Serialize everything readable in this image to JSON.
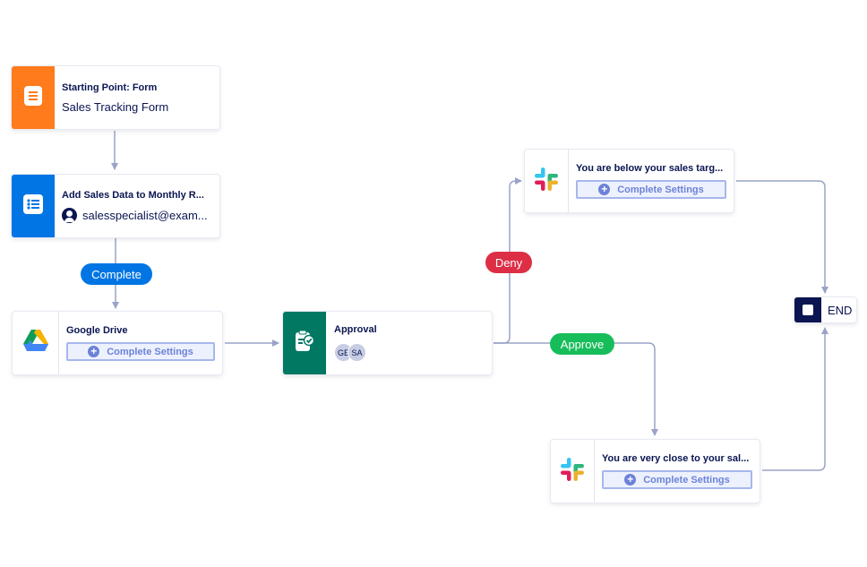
{
  "nodes": {
    "start": {
      "title": "Starting Point: Form",
      "subtitle": "Sales Tracking Form",
      "icon": "form-icon",
      "color": "#ff7b1c"
    },
    "sheet": {
      "title": "Add Sales Data to Monthly R...",
      "assignee": "salesspecialist@exam...",
      "icon": "checklist-icon",
      "color": "#0075e3"
    },
    "drive": {
      "title": "Google Drive",
      "button": "Complete Settings",
      "icon": "google-drive-icon"
    },
    "approval": {
      "title": "Approval",
      "avatars": [
        "GE",
        "SA"
      ],
      "icon": "approval-icon",
      "color": "#007862"
    },
    "slack_deny": {
      "title": "You are below your sales targ...",
      "button": "Complete Settings",
      "icon": "slack-icon"
    },
    "slack_approve": {
      "title": "You are very close to your sal...",
      "button": "Complete Settings",
      "icon": "slack-icon"
    },
    "end": {
      "label": "END"
    }
  },
  "branches": {
    "complete": {
      "label": "Complete",
      "color": "#0075e3"
    },
    "deny": {
      "label": "Deny",
      "color": "#dc2f45"
    },
    "approve": {
      "label": "Approve",
      "color": "#18bd5b"
    }
  },
  "colors": {
    "connector": "#9aa3c7",
    "accent_button": "#6c82d8"
  }
}
